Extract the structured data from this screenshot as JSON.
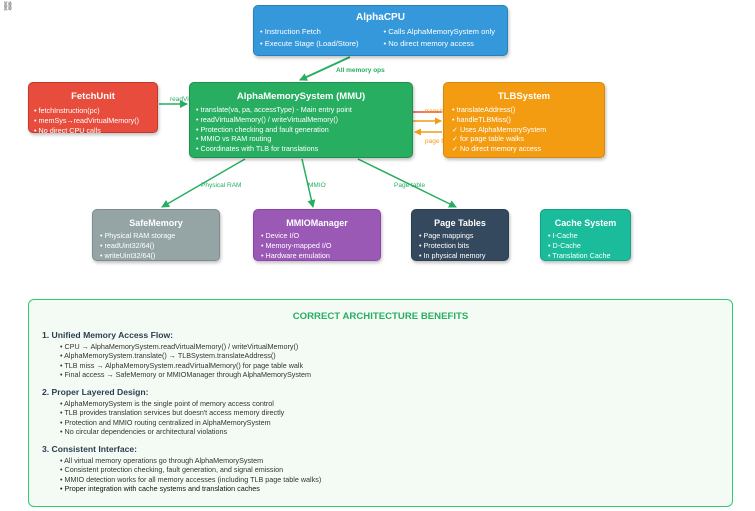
{
  "corner_glyph": "⛓",
  "alphacpu": {
    "title": "AlphaCPU",
    "left_items": [
      "• Instruction Fetch",
      "• Execute Stage (Load/Store)"
    ],
    "right_items": [
      "• Calls AlphaMemorySystem only",
      "• No direct memory access"
    ]
  },
  "fetchunit": {
    "title": "FetchUnit",
    "items": [
      "• fetchInstruction(pc)",
      "• memSys→readVirtualMemory()",
      "• No direct CPU calls"
    ]
  },
  "mmu": {
    "title": "AlphaMemorySystem (MMU)",
    "items": [
      "• translate(va, pa, accessType) - Main entry point",
      "• readVirtualMemory() / writeVirtualMemory()",
      "• Protection checking and fault generation",
      "• MMIO vs RAM routing",
      "• Coordinates with TLB for translations"
    ]
  },
  "tlb": {
    "title": "TLBSystem",
    "items": [
      "• translateAddress()",
      "• handleTLBMiss()",
      "✓ Uses AlphaMemorySystem",
      "✓ for page table walks",
      "✓ No direct memory access"
    ]
  },
  "safemem": {
    "title": "SafeMemory",
    "items": [
      "• Physical RAM storage",
      "• readUint32/64()",
      "• writeUint32/64()"
    ]
  },
  "mmio": {
    "title": "MMIOManager",
    "items": [
      "• Device I/O",
      "• Memory-mapped I/O",
      "• Hardware emulation"
    ]
  },
  "pagetables": {
    "title": "Page Tables",
    "items": [
      "• Page mappings",
      "• Protection bits",
      "• In physical memory"
    ]
  },
  "cache": {
    "title": "Cache System",
    "items": [
      "• I-Cache",
      "• D-Cache",
      "• Translation Cache"
    ]
  },
  "edges": {
    "all_memory_ops": "All memory ops",
    "readvirt": "readVi",
    "translate": "translat",
    "page_t": "page t",
    "physical_ram": "Physical RAM",
    "mmio": "MMIO",
    "page_table": "Page table"
  },
  "colors": {
    "green_arrow": "#27ae60",
    "orange_arrow": "#f39c12",
    "red_line": "#e74c3c"
  },
  "benefits": {
    "title": "CORRECT ARCHITECTURE BENEFITS",
    "sections": [
      {
        "heading": "1. Unified Memory Access Flow:",
        "items": [
          "• CPU → AlphaMemorySystem.readVirtualMemory() / writeVirtualMemory()",
          "• AlphaMemorySystem.translate() → TLBSystem.translateAddress()",
          "• TLB miss → AlphaMemorySystem.readVirtualMemory() for page table walk",
          "• Final access → SafeMemory or MMIOManager through AlphaMemorySystem"
        ]
      },
      {
        "heading": "2. Proper Layered Design:",
        "items": [
          "• AlphaMemorySystem is the single point of memory access control",
          "• TLB provides translation services but doesn't access memory directly",
          "• Protection and MMIO routing centralized in AlphaMemorySystem",
          "• No circular dependencies or architectural violations"
        ]
      },
      {
        "heading": "3. Consistent Interface:",
        "items": [
          "• All virtual memory operations go through AlphaMemorySystem",
          "• Consistent protection checking, fault generation, and signal emission",
          "• MMIO detection works for all memory accesses (including TLB page table walks)",
          "• Proper integration with cache systems and translation caches"
        ]
      }
    ]
  }
}
